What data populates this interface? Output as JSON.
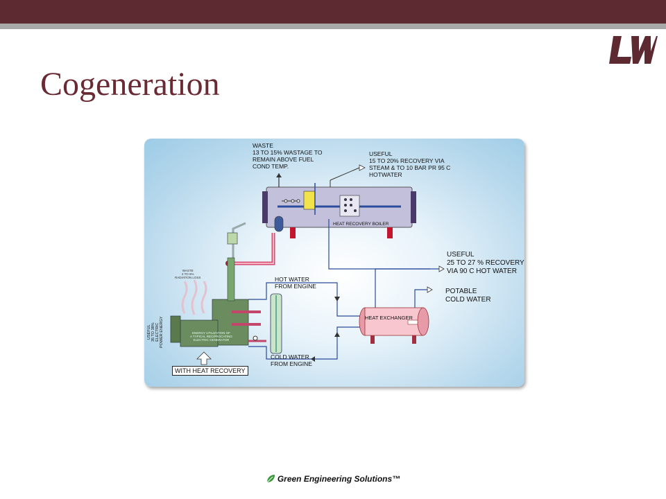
{
  "slide": {
    "title": "Cogeneration",
    "logo_text": "LW",
    "footer": "Green Engineering Solutions™",
    "colors": {
      "banner": "#5e2a32",
      "title": "#6a2a33",
      "pipe": "#d64b6e",
      "pipe_blue": "#2a4a9a"
    }
  },
  "diagram": {
    "waste_top": "WASTE\n13 TO 15% WASTAGE TO\nREMAIN ABOVE FUEL\nCOND TEMP.",
    "useful_steam": "USEFUL\n15 TO 20% RECOVERY VIA\nSTEAM & TO 10 BAR PR 95 C\nHOTWATER",
    "heat_recovery_boiler": "HEAT RECOVERY BOILER",
    "useful_hot_water": "USEFUL\n25 TO 27 % RECOVERY\nVIA 90 C HOT WATER",
    "potable_cold_water": "POTABLE\nCOLD WATER",
    "hot_water_from_engine": "HOT WATER\nFROM ENGINE",
    "cold_water_from_engine": "COLD WATER\nFROM ENGINE",
    "heat_exchanger": "HEAT EXCHANGER",
    "waste_radiation": "WASTE\n4 TO 6%\nRADIATION LOSS",
    "useful_electric": "USEFUL\n35 TO 38%\nELECTRIC\nPOWER ENERGY",
    "generator_caption": "ENERGY UTILIZATION OF\nA TYPICAL RECIPROCATING\nELECTRIC GENERATOR",
    "with_heat_recovery": "WITH HEAT RECOVERY"
  }
}
